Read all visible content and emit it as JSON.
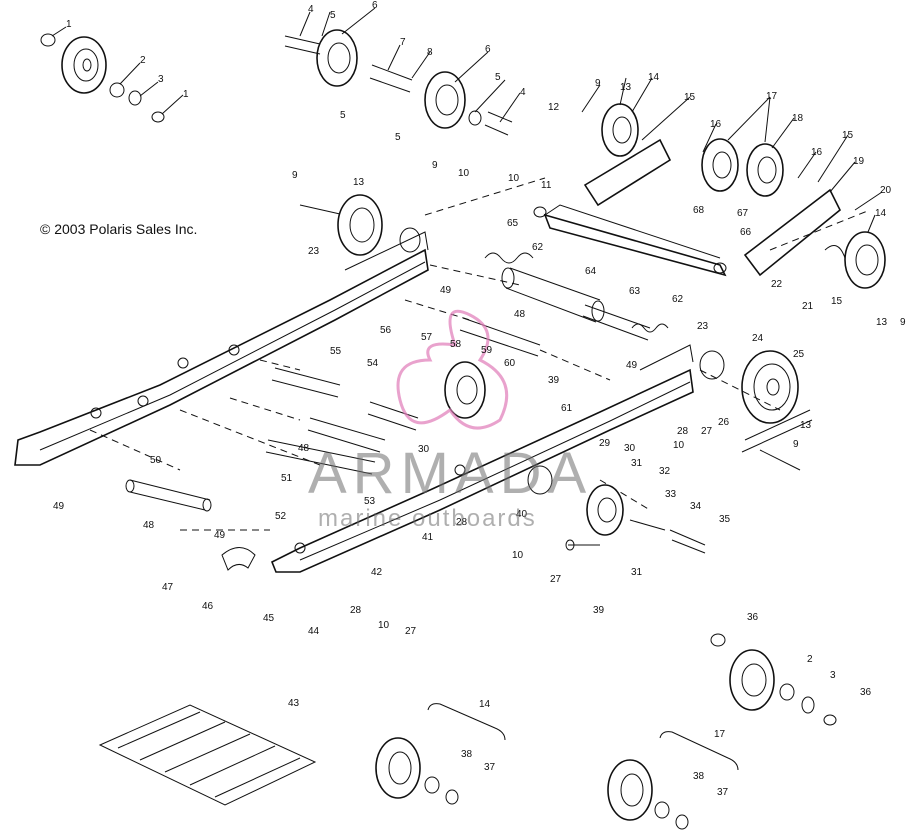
{
  "copyright": "© 2003 Polaris Sales Inc.",
  "watermark": {
    "brand": "ARMADA",
    "tagline": "marine outboards",
    "logo_color": "#e07ab8"
  },
  "parts": {
    "p1a": "1",
    "p1b": "1",
    "p2a": "2",
    "p3a": "3",
    "p4a": "4",
    "p5a": "5",
    "p6a": "6",
    "p7": "7",
    "p8": "8",
    "p5b": "5",
    "p5c": "5",
    "p6b": "6",
    "p5d": "5",
    "p4b": "4",
    "p12": "12",
    "p10a": "10",
    "p11": "11",
    "p9a": "9",
    "p13a": "13",
    "p14a": "14",
    "p15a": "15",
    "p16a": "16",
    "p17a": "17",
    "p18": "18",
    "p16b": "16",
    "p15b": "15",
    "p19": "19",
    "p20": "20",
    "p9b": "9",
    "p9c": "9",
    "p13b": "13",
    "p10b": "10",
    "p23a": "23",
    "p65a": "65",
    "p68": "68",
    "p67": "67",
    "p66": "66",
    "p62a": "62",
    "p64": "64",
    "p63": "63",
    "p62b": "62",
    "p22": "22",
    "p21": "21",
    "p14b": "14",
    "p15c": "15",
    "p13c": "13",
    "p9d": "9",
    "p49a": "49",
    "p48a": "48",
    "p56": "56",
    "p57": "57",
    "p58": "58",
    "p59": "59",
    "p60": "60",
    "p55": "55",
    "p54": "54",
    "p39a": "39",
    "p61": "61",
    "p49b": "49",
    "p23b": "23",
    "p24": "24",
    "p25": "25",
    "p26": "26",
    "p28a": "28",
    "p10c": "10",
    "p27a": "27",
    "p13d": "13",
    "p9e": "9",
    "p50": "50",
    "p49c": "49",
    "p48b": "48",
    "p51": "51",
    "p48c": "48",
    "p30a": "30",
    "p30b": "30",
    "p29": "29",
    "p31a": "31",
    "p32": "32",
    "p33": "33",
    "p34": "34",
    "p35": "35",
    "p31b": "31",
    "p53": "53",
    "p52": "52",
    "p49d": "49",
    "p28b": "28",
    "p40": "40",
    "p10d": "10",
    "p41": "41",
    "p27b": "27",
    "p39b": "39",
    "p47": "47",
    "p46": "46",
    "p45": "45",
    "p42": "42",
    "p44": "44",
    "p28c": "28",
    "p10e": "10",
    "p27c": "27",
    "p36a": "36",
    "p2b": "2",
    "p3b": "3",
    "p36b": "36",
    "p43": "43",
    "p14c": "14",
    "p38a": "38",
    "p37a": "37",
    "p17b": "17",
    "p38b": "38",
    "p37b": "37"
  }
}
